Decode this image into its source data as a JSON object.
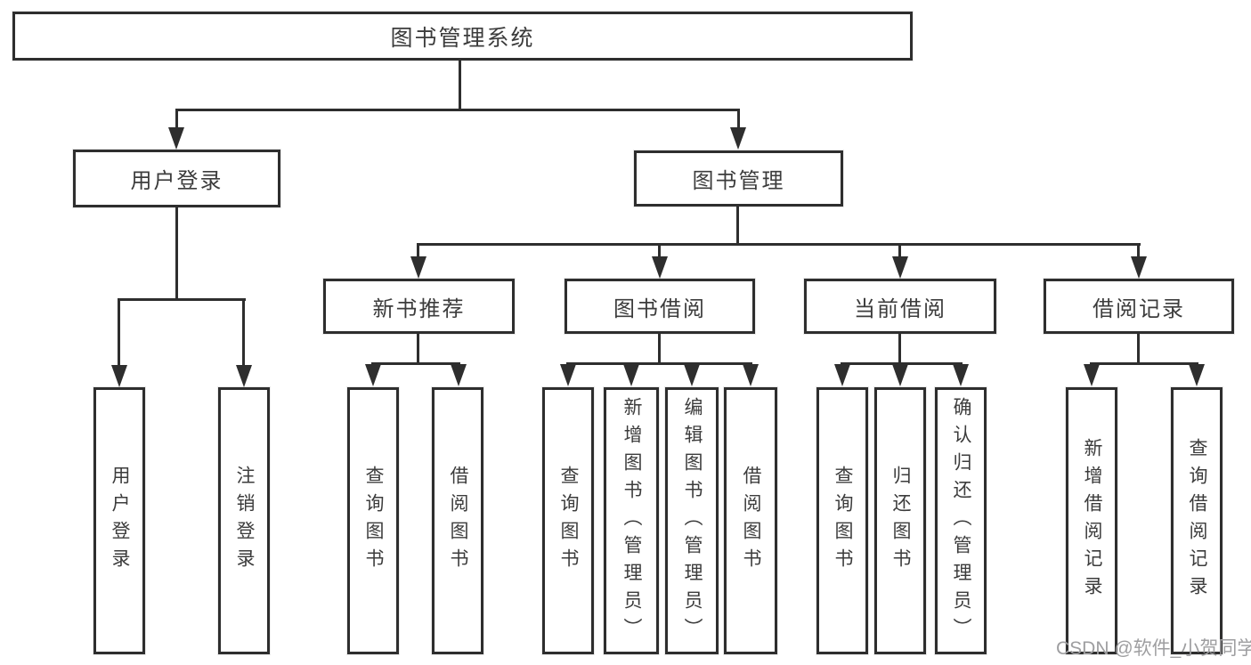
{
  "diagram": {
    "root": "图书管理系统",
    "level2": {
      "user_login": "用户登录",
      "book_management": "图书管理"
    },
    "level3": {
      "new_book_recommendation": "新书推荐",
      "book_borrowing": "图书借阅",
      "current_borrowing": "当前借阅",
      "borrowing_records": "借阅记录"
    },
    "level4": {
      "under_user_login": {
        "user_login": "用户登录",
        "logout": "注销登录"
      },
      "under_new_book_recommendation": {
        "query_books": "查询图书",
        "borrow_books": "借阅图书"
      },
      "under_book_borrowing": {
        "query_books": "查询图书",
        "add_books_admin": "新增图书（管理员）",
        "edit_books_admin": "编辑图书（管理员）",
        "borrow_books": "借阅图书"
      },
      "under_current_borrowing": {
        "query_books": "查询图书",
        "return_books": "归还图书",
        "confirm_return_admin": "确认归还（管理员）"
      },
      "under_borrowing_records": {
        "add_borrowing_record": "新增借阅记录",
        "query_borrowing_record": "查询借阅记录"
      }
    },
    "watermark": "CSDN @软件_小贺同学",
    "colors": {
      "line": "#2e2e2e",
      "text": "#3c3c3c",
      "watermark_text": "#9e9ea0",
      "background": "#ffffff"
    }
  }
}
